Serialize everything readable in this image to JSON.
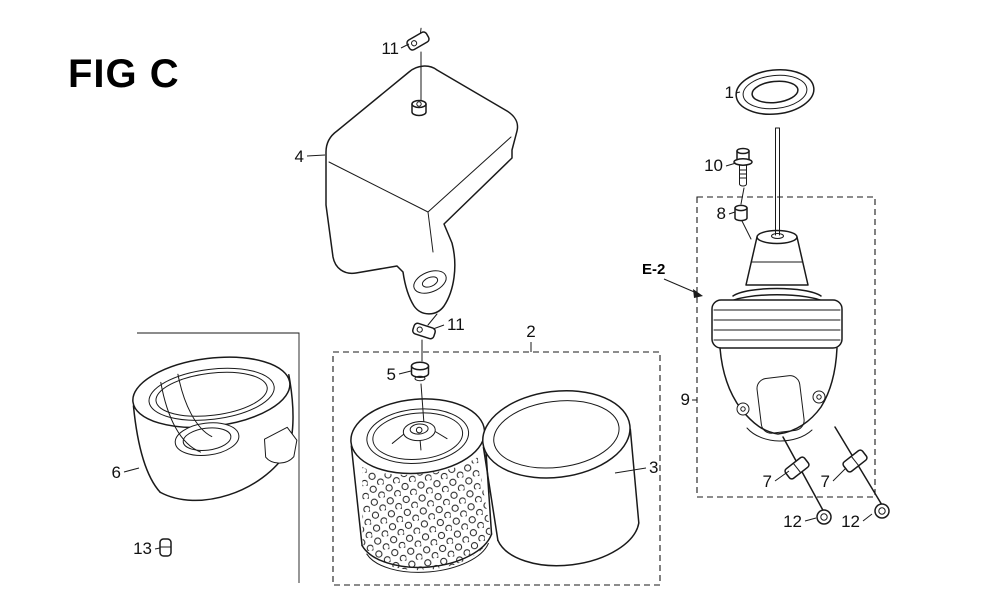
{
  "figure": {
    "title": "FIG C"
  },
  "labels": {
    "part1": "1",
    "part2": "2",
    "part3": "3",
    "part4": "4",
    "part5": "5",
    "part6": "6",
    "part7a": "7",
    "part7b": "7",
    "part8": "8",
    "part9": "9",
    "part10": "10",
    "part11_top": "11",
    "part11_mid": "11",
    "part12a": "12",
    "part12b": "12",
    "part13": "13",
    "reference_e2": "E-2"
  },
  "colors": {
    "line": "#1a1a1a",
    "background": "#ffffff"
  }
}
